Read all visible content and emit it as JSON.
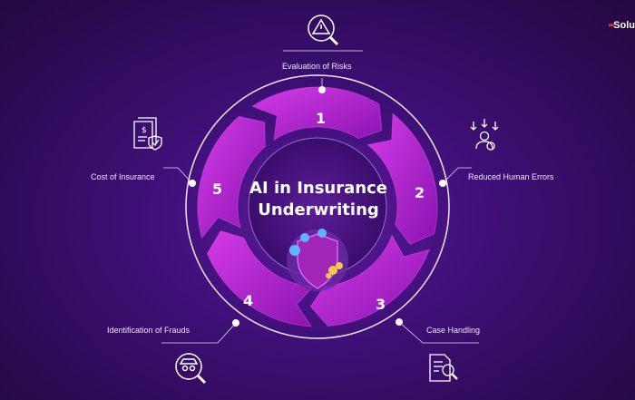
{
  "brand": {
    "logo_text": "Solu",
    "accent": "#e0313d"
  },
  "center": {
    "title_line1": "AI in Insurance",
    "title_line2": "Underwriting",
    "icon": "shield-icon"
  },
  "steps": [
    {
      "number": "1",
      "label": "Evaluation of Risks",
      "icon": "warning-magnifier-icon"
    },
    {
      "number": "2",
      "label": "Reduced Human Errors",
      "icon": "person-arrows-icon"
    },
    {
      "number": "3",
      "label": "Case Handling",
      "icon": "document-search-icon"
    },
    {
      "number": "4",
      "label": "Identification of Frauds",
      "icon": "spy-magnifier-icon"
    },
    {
      "number": "5",
      "label": "Cost of Insurance",
      "icon": "invoice-shield-icon"
    }
  ],
  "colors": {
    "background": "#3d0f75",
    "ring": "#c21fd6",
    "ring_light": "#e04af0",
    "text": "#ffffff"
  }
}
